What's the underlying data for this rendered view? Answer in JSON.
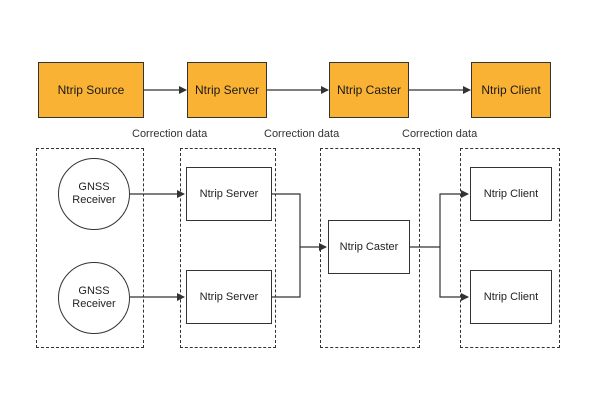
{
  "top_row": {
    "source": "Ntrip Source",
    "server": "Ntrip Server",
    "caster": "Ntrip Caster",
    "client": "Ntrip Client"
  },
  "edge_labels": [
    "Correction data",
    "Correction data",
    "Correction data"
  ],
  "bottom": {
    "receiver_1": "GNSS\nReceiver",
    "receiver_2": "GNSS\nReceiver",
    "server_1": "Ntrip Server",
    "server_2": "Ntrip Server",
    "caster": "Ntrip Caster",
    "client_1": "Ntrip Client",
    "client_2": "Ntrip Client"
  },
  "colors": {
    "node_fill": "#f9b233",
    "stroke": "#333333"
  }
}
